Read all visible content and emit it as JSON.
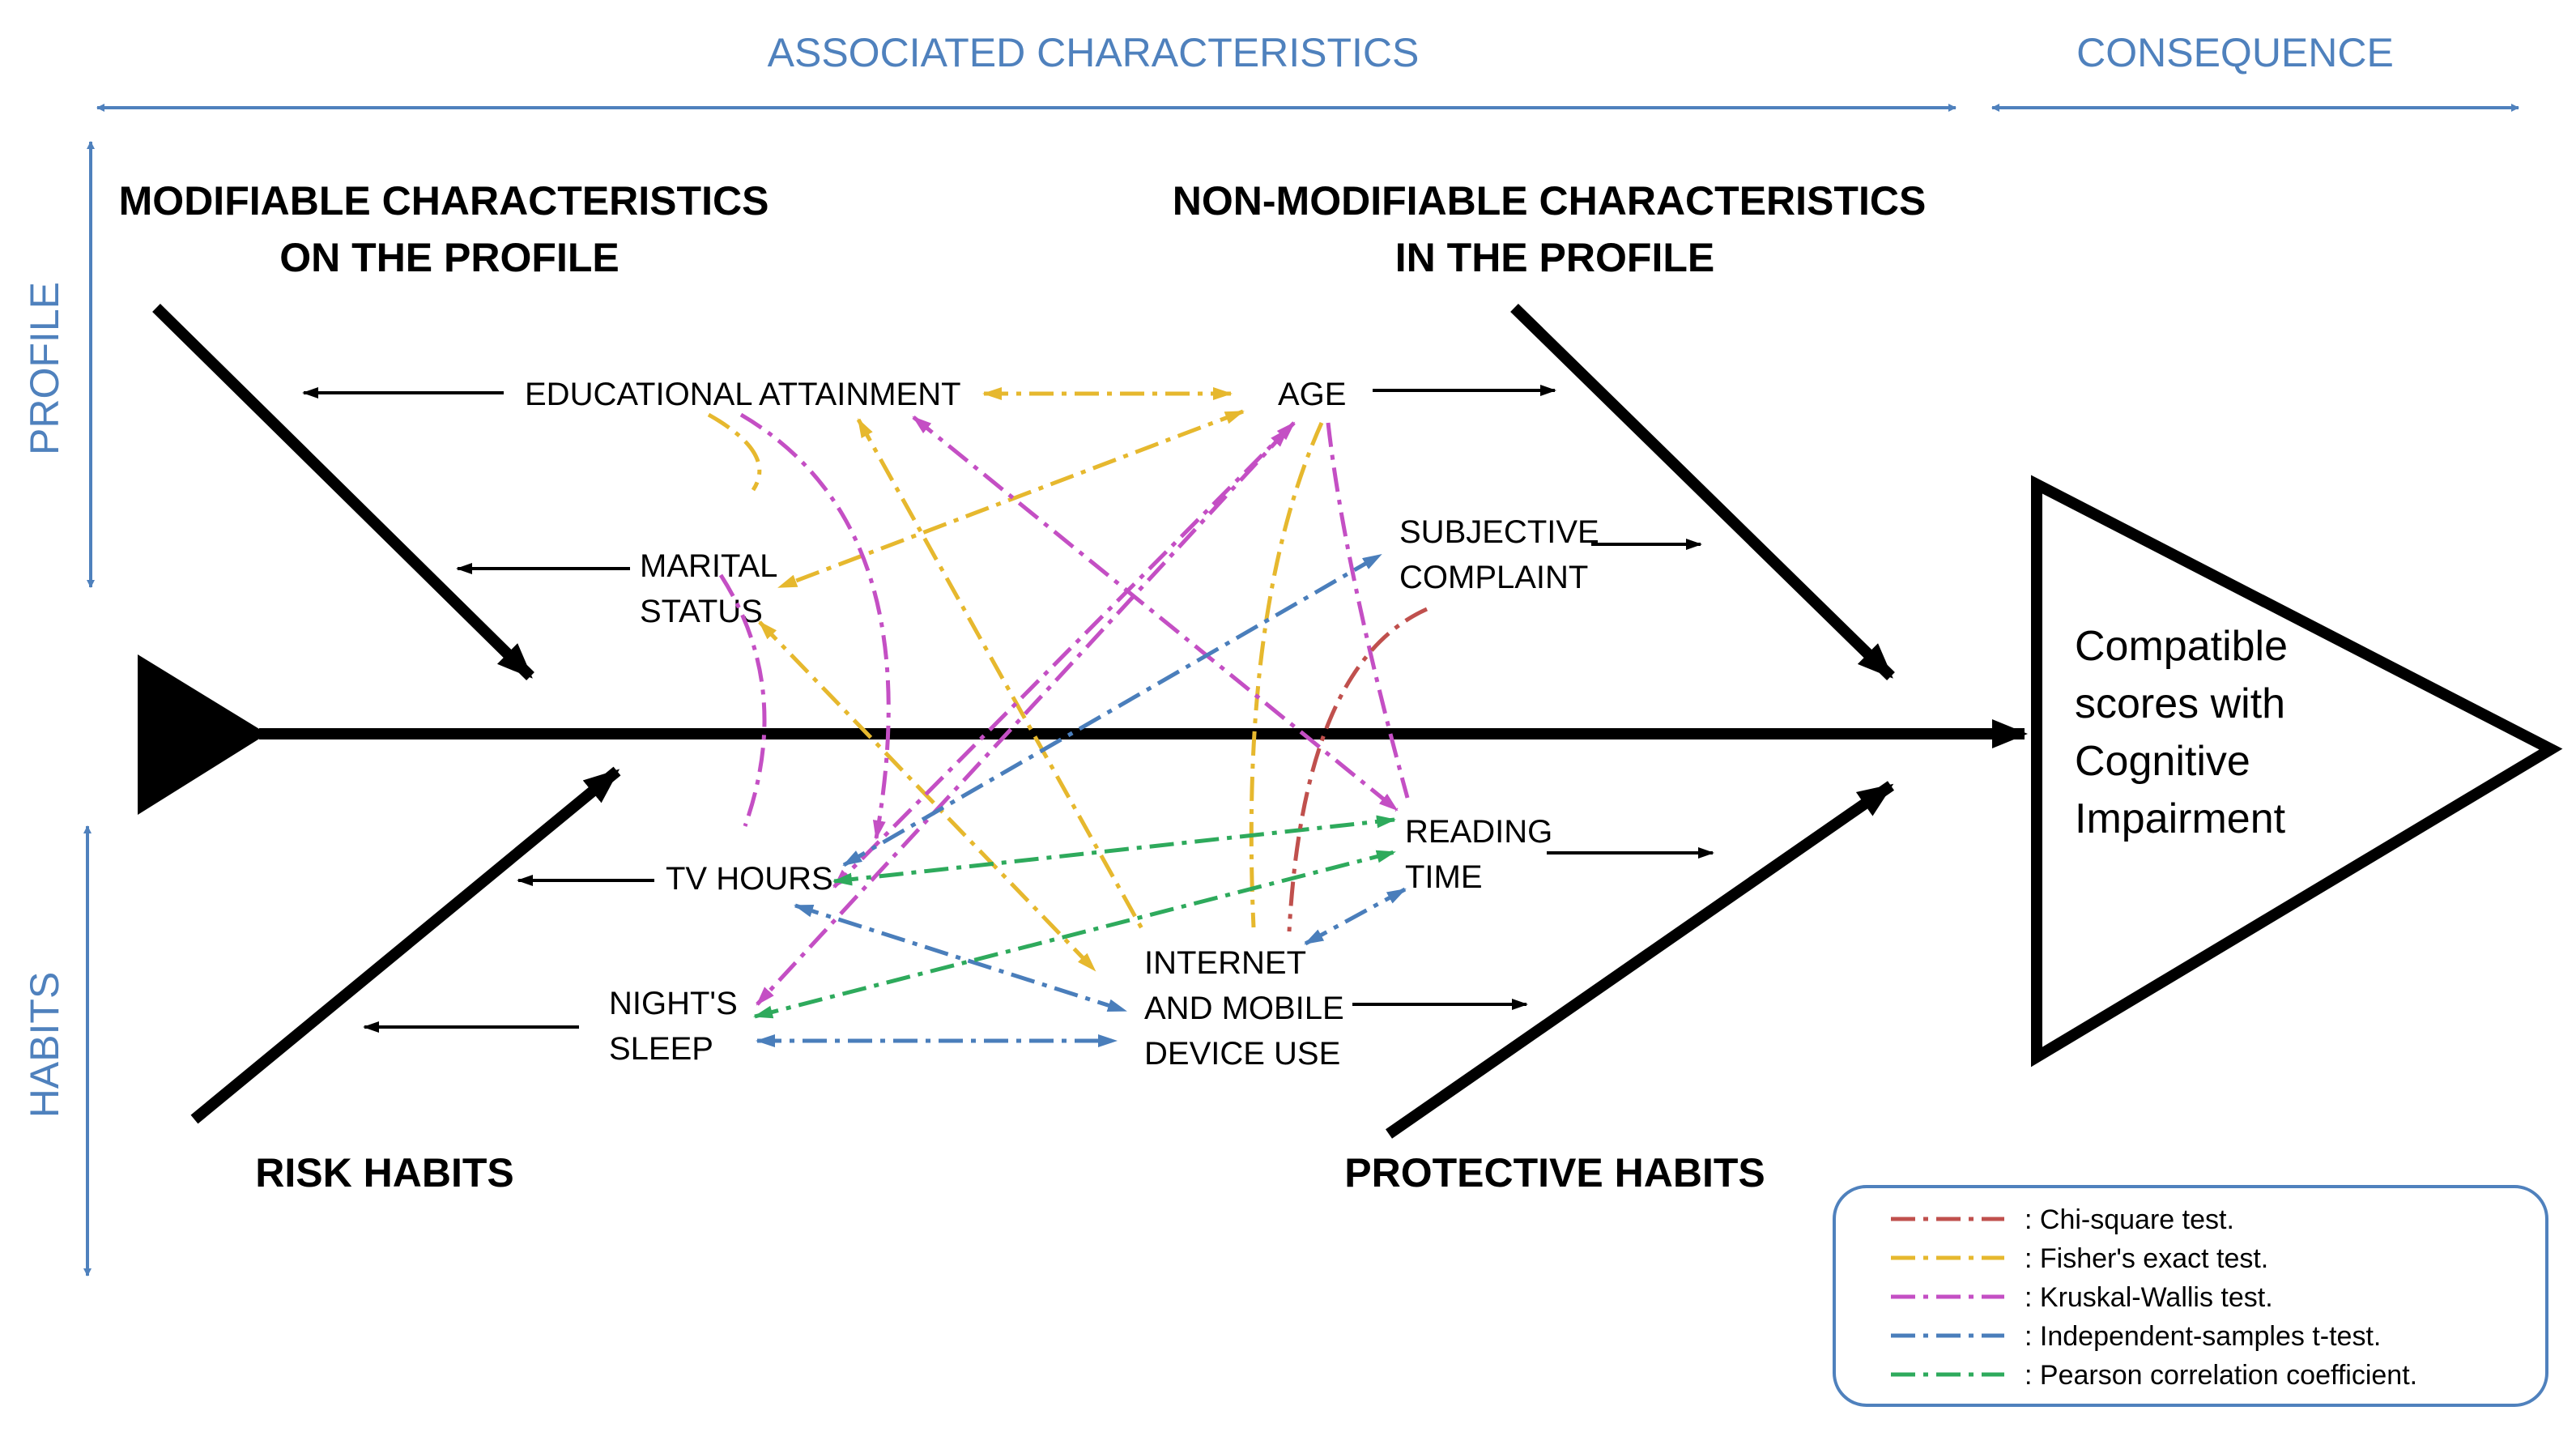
{
  "header": {
    "associated": "ASSOCIATED CHARACTERISTICS",
    "consequence": "CONSEQUENCE"
  },
  "side_axis": {
    "profile": "PROFILE",
    "habits": "HABITS"
  },
  "groups": {
    "modifiable": [
      "MODIFIABLE CHARACTERISTICS",
      "ON THE PROFILE"
    ],
    "non_modifiable": [
      "NON-MODIFIABLE CHARACTERISTICS",
      "IN THE PROFILE"
    ],
    "risk": "RISK HABITS",
    "protective": "PROTECTIVE HABITS"
  },
  "nodes": {
    "education": "EDUCATIONAL ATTAINMENT",
    "age": "AGE",
    "marital": [
      "MARITAL",
      "STATUS"
    ],
    "subjective": [
      "SUBJECTIVE",
      "COMPLAINT"
    ],
    "tv": "TV HOURS",
    "reading": [
      "READING",
      "TIME"
    ],
    "sleep": [
      "NIGHT'S",
      "SLEEP"
    ],
    "internet": [
      "INTERNET",
      "AND MOBILE",
      "DEVICE USE"
    ]
  },
  "result": [
    "Compatible",
    "scores with",
    "Cognitive",
    "Impairment"
  ],
  "legend": [
    {
      "label": ": Chi-square test.",
      "color": "#c0504d"
    },
    {
      "label": ": Fisher's exact test.",
      "color": "#e6b82e"
    },
    {
      "label": ": Kruskal-Wallis test.",
      "color": "#c44fc4"
    },
    {
      "label": ": Independent-samples t-test.",
      "color": "#4a7ebb"
    },
    {
      "label": ": Pearson correlation coefficient.",
      "color": "#2eaa5c"
    }
  ],
  "colors": {
    "chi_square": "#c0504d",
    "fisher": "#e6b82e",
    "kruskal": "#c44fc4",
    "t_test": "#4a7ebb",
    "pearson": "#2eaa5c",
    "header_blue": "#4f81bd"
  }
}
